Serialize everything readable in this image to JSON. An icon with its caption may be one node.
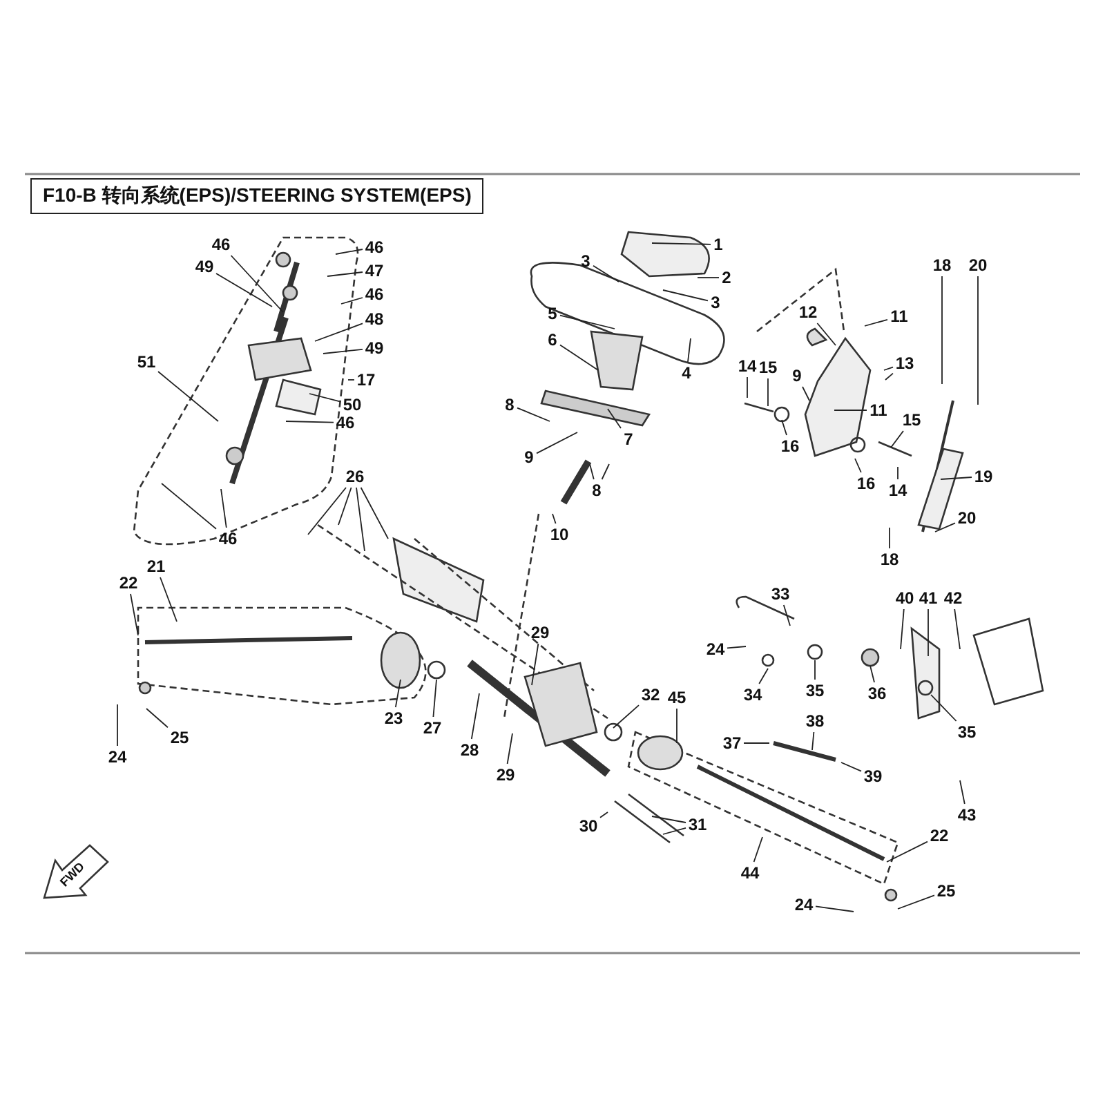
{
  "diagram": {
    "title": "F10-B 转向系统(EPS)/STEERING SYSTEM(EPS)",
    "nodes": [
      {
        "text": [
          "46"
        ]
      },
      {
        "text": [
          "49"
        ]
      },
      {
        "text": [
          "46"
        ]
      },
      {
        "text": [
          "47"
        ]
      },
      {
        "text": [
          "46"
        ]
      },
      {
        "text": [
          "48"
        ]
      },
      {
        "text": [
          "49"
        ]
      },
      {
        "text": [
          "17"
        ]
      },
      {
        "text": [
          "51"
        ]
      },
      {
        "text": [
          "50"
        ]
      },
      {
        "text": [
          "46"
        ]
      },
      {
        "text": [
          "46"
        ]
      },
      {
        "text": [
          "1"
        ]
      },
      {
        "text": [
          "3"
        ]
      },
      {
        "text": [
          "2"
        ]
      },
      {
        "text": [
          "3"
        ]
      },
      {
        "text": [
          "5"
        ]
      },
      {
        "text": [
          "6"
        ]
      },
      {
        "text": [
          "4"
        ]
      },
      {
        "text": [
          "8"
        ]
      },
      {
        "text": [
          "7"
        ]
      },
      {
        "text": [
          "9"
        ]
      },
      {
        "text": [
          "8"
        ]
      },
      {
        "text": [
          "10"
        ]
      },
      {
        "text": [
          "12"
        ]
      },
      {
        "text": [
          "11"
        ]
      },
      {
        "text": [
          "14"
        ]
      },
      {
        "text": [
          "15"
        ]
      },
      {
        "text": [
          "9"
        ]
      },
      {
        "text": [
          "13"
        ]
      },
      {
        "text": [
          "11"
        ]
      },
      {
        "text": [
          "15"
        ]
      },
      {
        "text": [
          "16"
        ]
      },
      {
        "text": [
          "16"
        ]
      },
      {
        "text": [
          "14"
        ]
      },
      {
        "text": [
          "18"
        ]
      },
      {
        "text": [
          "20"
        ]
      },
      {
        "text": [
          "19"
        ]
      },
      {
        "text": [
          "18"
        ]
      },
      {
        "text": [
          "20"
        ]
      },
      {
        "text": [
          "26"
        ]
      },
      {
        "text": [
          "21"
        ]
      },
      {
        "text": [
          "22"
        ]
      },
      {
        "text": [
          "29"
        ]
      },
      {
        "text": [
          "23"
        ]
      },
      {
        "text": [
          "27"
        ]
      },
      {
        "text": [
          "28"
        ]
      },
      {
        "text": [
          "25"
        ]
      },
      {
        "text": [
          "24"
        ]
      },
      {
        "text": [
          "29"
        ]
      },
      {
        "text": [
          "33"
        ]
      },
      {
        "text": [
          "40"
        ]
      },
      {
        "text": [
          "41"
        ]
      },
      {
        "text": [
          "42"
        ]
      },
      {
        "text": [
          "24"
        ]
      },
      {
        "text": [
          "34"
        ]
      },
      {
        "text": [
          "35"
        ]
      },
      {
        "text": [
          "36"
        ]
      },
      {
        "text": [
          "35"
        ]
      },
      {
        "text": [
          "37"
        ]
      },
      {
        "text": [
          "38"
        ]
      },
      {
        "text": [
          "39"
        ]
      },
      {
        "text": [
          "43"
        ]
      },
      {
        "text": [
          "32"
        ]
      },
      {
        "text": [
          "45"
        ]
      },
      {
        "text": [
          "30"
        ]
      },
      {
        "text": [
          "31"
        ]
      },
      {
        "text": [
          "44"
        ]
      },
      {
        "text": [
          "22"
        ]
      },
      {
        "text": [
          "24"
        ]
      },
      {
        "text": [
          "25"
        ]
      }
    ],
    "edges": [
      {
        "from": 0,
        "to": null,
        "arrow": "none"
      },
      {
        "from": 1,
        "to": null,
        "arrow": "none"
      },
      {
        "from": 2,
        "to": null,
        "arrow": "none"
      },
      {
        "from": 3,
        "to": null,
        "arrow": "none"
      },
      {
        "from": 4,
        "to": null,
        "arrow": "none"
      },
      {
        "from": 5,
        "to": null,
        "arrow": "none"
      },
      {
        "from": 6,
        "to": null,
        "arrow": "none"
      },
      {
        "from": 7,
        "to": null,
        "arrow": "none"
      },
      {
        "from": 8,
        "to": null,
        "arrow": "none"
      },
      {
        "from": 9,
        "to": null,
        "arrow": "none"
      },
      {
        "from": 10,
        "to": null,
        "arrow": "none"
      },
      {
        "from": 11,
        "to": null,
        "arrow": "none"
      },
      {
        "from": 11,
        "to": null,
        "arrow": "none"
      },
      {
        "from": 12,
        "to": null,
        "arrow": "none"
      },
      {
        "from": 13,
        "to": null,
        "arrow": "none"
      },
      {
        "from": 14,
        "to": null,
        "arrow": "none"
      },
      {
        "from": 15,
        "to": null,
        "arrow": "none"
      },
      {
        "from": 16,
        "to": null,
        "arrow": "none"
      },
      {
        "from": 17,
        "to": null,
        "arrow": "none"
      },
      {
        "from": 18,
        "to": null,
        "arrow": "none"
      },
      {
        "from": 19,
        "to": null,
        "arrow": "none"
      },
      {
        "from": 20,
        "to": null,
        "arrow": "none"
      },
      {
        "from": 21,
        "to": null,
        "arrow": "none"
      },
      {
        "from": 22,
        "to": null,
        "arrow": "none"
      },
      {
        "from": 22,
        "to": null,
        "arrow": "none"
      },
      {
        "from": 23,
        "to": null,
        "arrow": "none"
      },
      {
        "from": 24,
        "to": null,
        "arrow": "none"
      },
      {
        "from": 25,
        "to": null,
        "arrow": "none"
      },
      {
        "from": 26,
        "to": null,
        "arrow": "none"
      },
      {
        "from": 27,
        "to": null,
        "arrow": "none"
      },
      {
        "from": 28,
        "to": null,
        "arrow": "none"
      },
      {
        "from": 29,
        "to": null,
        "arrow": "none"
      },
      {
        "from": 29,
        "to": null,
        "arrow": "none"
      },
      {
        "from": 30,
        "to": null,
        "arrow": "none"
      },
      {
        "from": 31,
        "to": null,
        "arrow": "none"
      },
      {
        "from": 32,
        "to": null,
        "arrow": "none"
      },
      {
        "from": 33,
        "to": null,
        "arrow": "none"
      },
      {
        "from": 34,
        "to": null,
        "arrow": "none"
      },
      {
        "from": 35,
        "to": null,
        "arrow": "none"
      },
      {
        "from": 36,
        "to": null,
        "arrow": "none"
      },
      {
        "from": 37,
        "to": null,
        "arrow": "none"
      },
      {
        "from": 38,
        "to": null,
        "arrow": "none"
      },
      {
        "from": 39,
        "to": null,
        "arrow": "none"
      },
      {
        "from": 40,
        "to": null,
        "arrow": "none"
      },
      {
        "from": 40,
        "to": null,
        "arrow": "none"
      },
      {
        "from": 40,
        "to": null,
        "arrow": "none"
      },
      {
        "from": 40,
        "to": null,
        "arrow": "none"
      },
      {
        "from": 41,
        "to": null,
        "arrow": "none"
      },
      {
        "from": 42,
        "to": null,
        "arrow": "none"
      },
      {
        "from": 43,
        "to": null,
        "arrow": "none"
      },
      {
        "from": 44,
        "to": null,
        "arrow": "none"
      },
      {
        "from": 45,
        "to": null,
        "arrow": "none"
      },
      {
        "from": 46,
        "to": null,
        "arrow": "none"
      },
      {
        "from": 47,
        "to": null,
        "arrow": "none"
      },
      {
        "from": 48,
        "to": null,
        "arrow": "none"
      },
      {
        "from": 49,
        "to": null,
        "arrow": "none"
      },
      {
        "from": 50,
        "to": null,
        "arrow": "none"
      },
      {
        "from": 51,
        "to": null,
        "arrow": "none"
      },
      {
        "from": 52,
        "to": null,
        "arrow": "none"
      },
      {
        "from": 53,
        "to": null,
        "arrow": "none"
      },
      {
        "from": 54,
        "to": null,
        "arrow": "none"
      },
      {
        "from": 55,
        "to": null,
        "arrow": "none"
      },
      {
        "from": 56,
        "to": null,
        "arrow": "none"
      },
      {
        "from": 57,
        "to": null,
        "arrow": "none"
      },
      {
        "from": 58,
        "to": null,
        "arrow": "none"
      },
      {
        "from": 59,
        "to": null,
        "arrow": "none"
      },
      {
        "from": 60,
        "to": null,
        "arrow": "none"
      },
      {
        "from": 61,
        "to": null,
        "arrow": "none"
      },
      {
        "from": 62,
        "to": null,
        "arrow": "none"
      },
      {
        "from": 63,
        "to": null,
        "arrow": "none"
      },
      {
        "from": 64,
        "to": null,
        "arrow": "none"
      },
      {
        "from": 65,
        "to": null,
        "arrow": "none"
      },
      {
        "from": 66,
        "to": null,
        "arrow": "none"
      },
      {
        "from": 66,
        "to": null,
        "arrow": "none"
      },
      {
        "from": 67,
        "to": null,
        "arrow": "none"
      },
      {
        "from": 68,
        "to": null,
        "arrow": "none"
      },
      {
        "from": 69,
        "to": null,
        "arrow": "none"
      },
      {
        "from": 70,
        "to": null,
        "arrow": "none"
      }
    ],
    "labels": [
      "FWD"
    ]
  }
}
